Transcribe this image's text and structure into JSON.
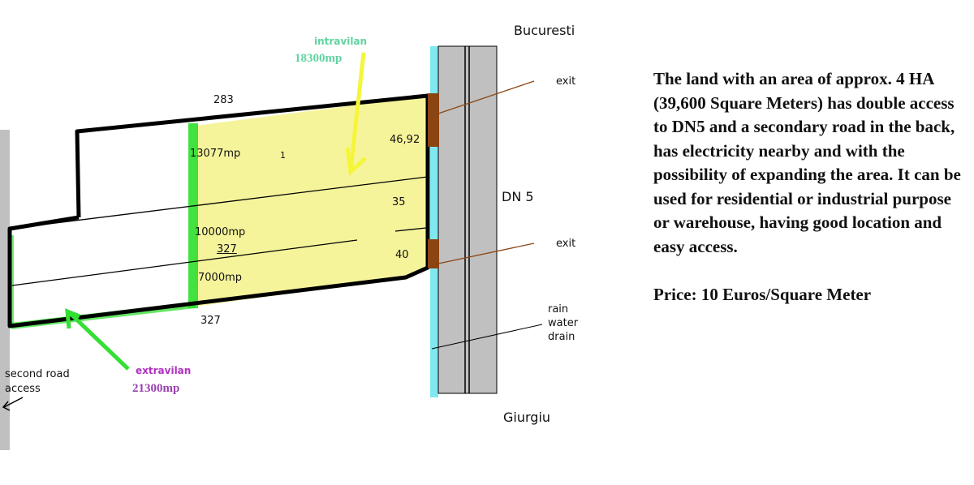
{
  "map": {
    "top_city": "Bucuresti",
    "bottom_city": "Giurgiu",
    "road_name": "DN 5",
    "exit_top": "exit",
    "exit_bottom": "exit",
    "drain_label": [
      "rain",
      "water",
      "drain"
    ],
    "second_road_label": [
      "second road",
      "access"
    ],
    "intravilan_label": "intravilan",
    "intravilan_area": "18300mp",
    "extravilan_label": "extravilan",
    "extravilan_area": "21300mp",
    "dimensions": {
      "top": "283",
      "bottom": "327",
      "middle": "327",
      "right_top": "46,92",
      "right_middle": "35",
      "right_bottom": "40"
    },
    "lots": [
      "13077mp",
      "10000mp",
      "7000mp"
    ],
    "lot_number": "1",
    "colors": {
      "intravilan": "#5fd3a0",
      "extravilan": "#b030c0",
      "yellow": "#f0f040",
      "green": "#22dd22",
      "road": "#c0c0c0",
      "drain": "#80e8f0",
      "exit": "#8b4513"
    }
  },
  "description": {
    "text": "The land with an area of approx. 4 HA (39,600 Square Meters) has double access to DN5 and a secondary road in the back, has electricity nearby and with the possibility of expanding the area. It can be used for residential or industrial purpose or warehouse, having good location and easy access.",
    "price": "Price: 10 Euros/Square Meter"
  }
}
